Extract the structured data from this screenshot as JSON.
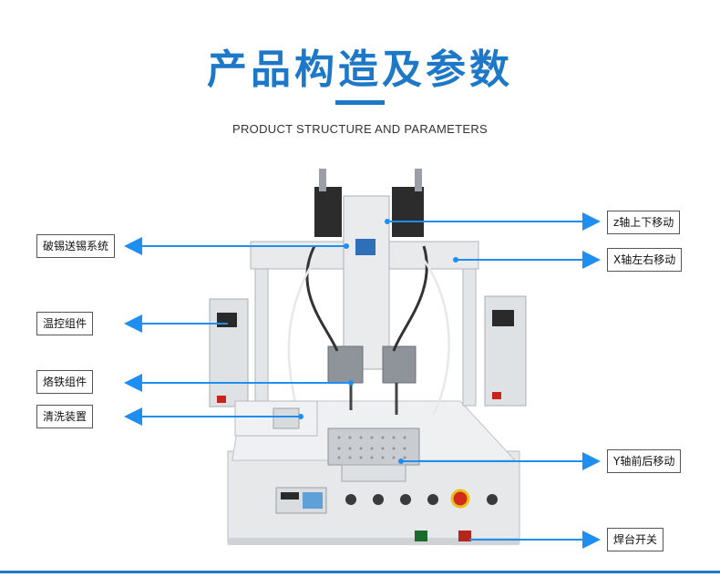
{
  "header": {
    "title": "产品构造及参数",
    "subtitle": "PRODUCT STRUCTURE AND PARAMETERS"
  },
  "labels": {
    "left": [
      {
        "name": "label-solder-feed-system",
        "text": "破锡送锡系统"
      },
      {
        "name": "label-temp-control",
        "text": "温控组件"
      },
      {
        "name": "label-iron-assembly",
        "text": "烙铁组件"
      },
      {
        "name": "label-cleaning-device",
        "text": "清洗装置"
      }
    ],
    "right": [
      {
        "name": "label-z-axis",
        "text": "z轴上下移动"
      },
      {
        "name": "label-x-axis",
        "text": "X轴左右移动"
      },
      {
        "name": "label-y-axis",
        "text": "Y轴前后移动"
      },
      {
        "name": "label-power-switch",
        "text": "焊台开关"
      }
    ]
  },
  "colors": {
    "accent": "#1e78c8",
    "arrow": "#1e8ef0"
  }
}
